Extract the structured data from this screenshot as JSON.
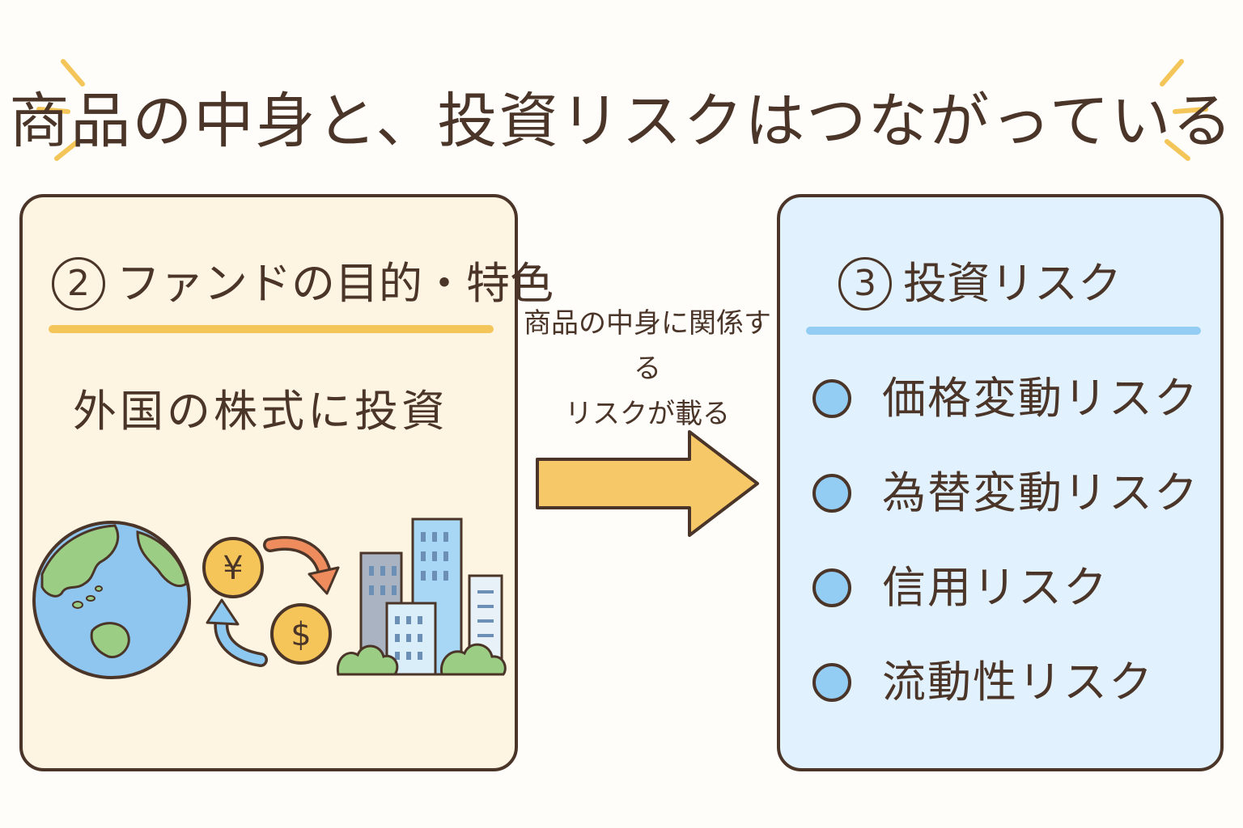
{
  "title": "商品の中身と、投資リスクはつながっている",
  "left_panel": {
    "number": "2",
    "heading": "ファンドの目的・特色",
    "description": "外国の株式に投資",
    "currency_from": "¥",
    "currency_to": "$"
  },
  "connector": {
    "caption_line1": "商品の中身に関係する",
    "caption_line2": "リスクが載る"
  },
  "right_panel": {
    "number": "3",
    "heading": "投資リスク",
    "risks": [
      {
        "label": "価格変動リスク"
      },
      {
        "label": "為替変動リスク"
      },
      {
        "label": "信用リスク"
      },
      {
        "label": "流動性リスク"
      }
    ]
  },
  "colors": {
    "ink": "#4a3528",
    "left_bg": "#fdf4e1",
    "right_bg": "#e1f1fd",
    "yellow_accent": "#f4c659",
    "blue_accent": "#94cdf4",
    "arrow_fill": "#f6c867"
  }
}
